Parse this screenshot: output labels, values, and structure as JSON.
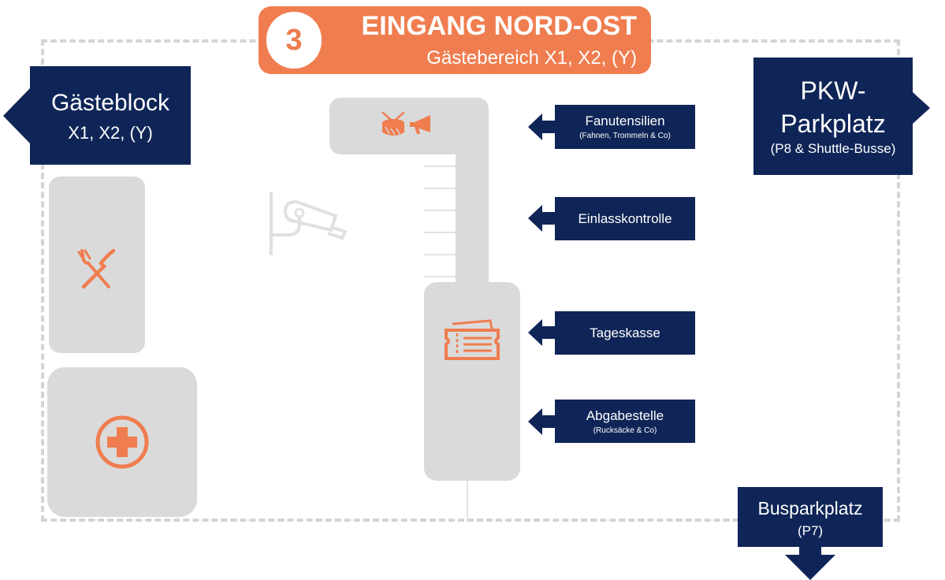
{
  "header": {
    "number": "3",
    "title": "EINGANG NORD-OST",
    "subtitle": "Gästebereich X1, X2, (Y)"
  },
  "left_sign": {
    "line1": "Gästeblock",
    "line2": "X1, X2, (Y)"
  },
  "right_sign": {
    "line1": "PKW-",
    "line2": "Parkplatz",
    "line3": "(P8 & Shuttle-Busse)"
  },
  "bus_sign": {
    "line1": "Busparkplatz",
    "line2": "(P7)"
  },
  "stations": [
    {
      "label": "Fanutensilien",
      "sublabel": "(Fahnen, Trommeln & Co)"
    },
    {
      "label": "Einlasskontrolle",
      "sublabel": ""
    },
    {
      "label": "Tageskasse",
      "sublabel": ""
    },
    {
      "label": "Abgabestelle",
      "sublabel": "(Rucksäcke & Co)"
    }
  ],
  "icons": {
    "drum": "drum-icon",
    "megaphone": "megaphone-icon",
    "food": "fork-knife-icon",
    "first_aid": "first-aid-cross-icon",
    "ticket": "ticket-icon",
    "camera": "security-camera-icon"
  },
  "colors": {
    "accent": "#ef7d4f",
    "navy": "#0f2557",
    "area_grey": "#dadada",
    "boundary": "#d4d4d4"
  }
}
